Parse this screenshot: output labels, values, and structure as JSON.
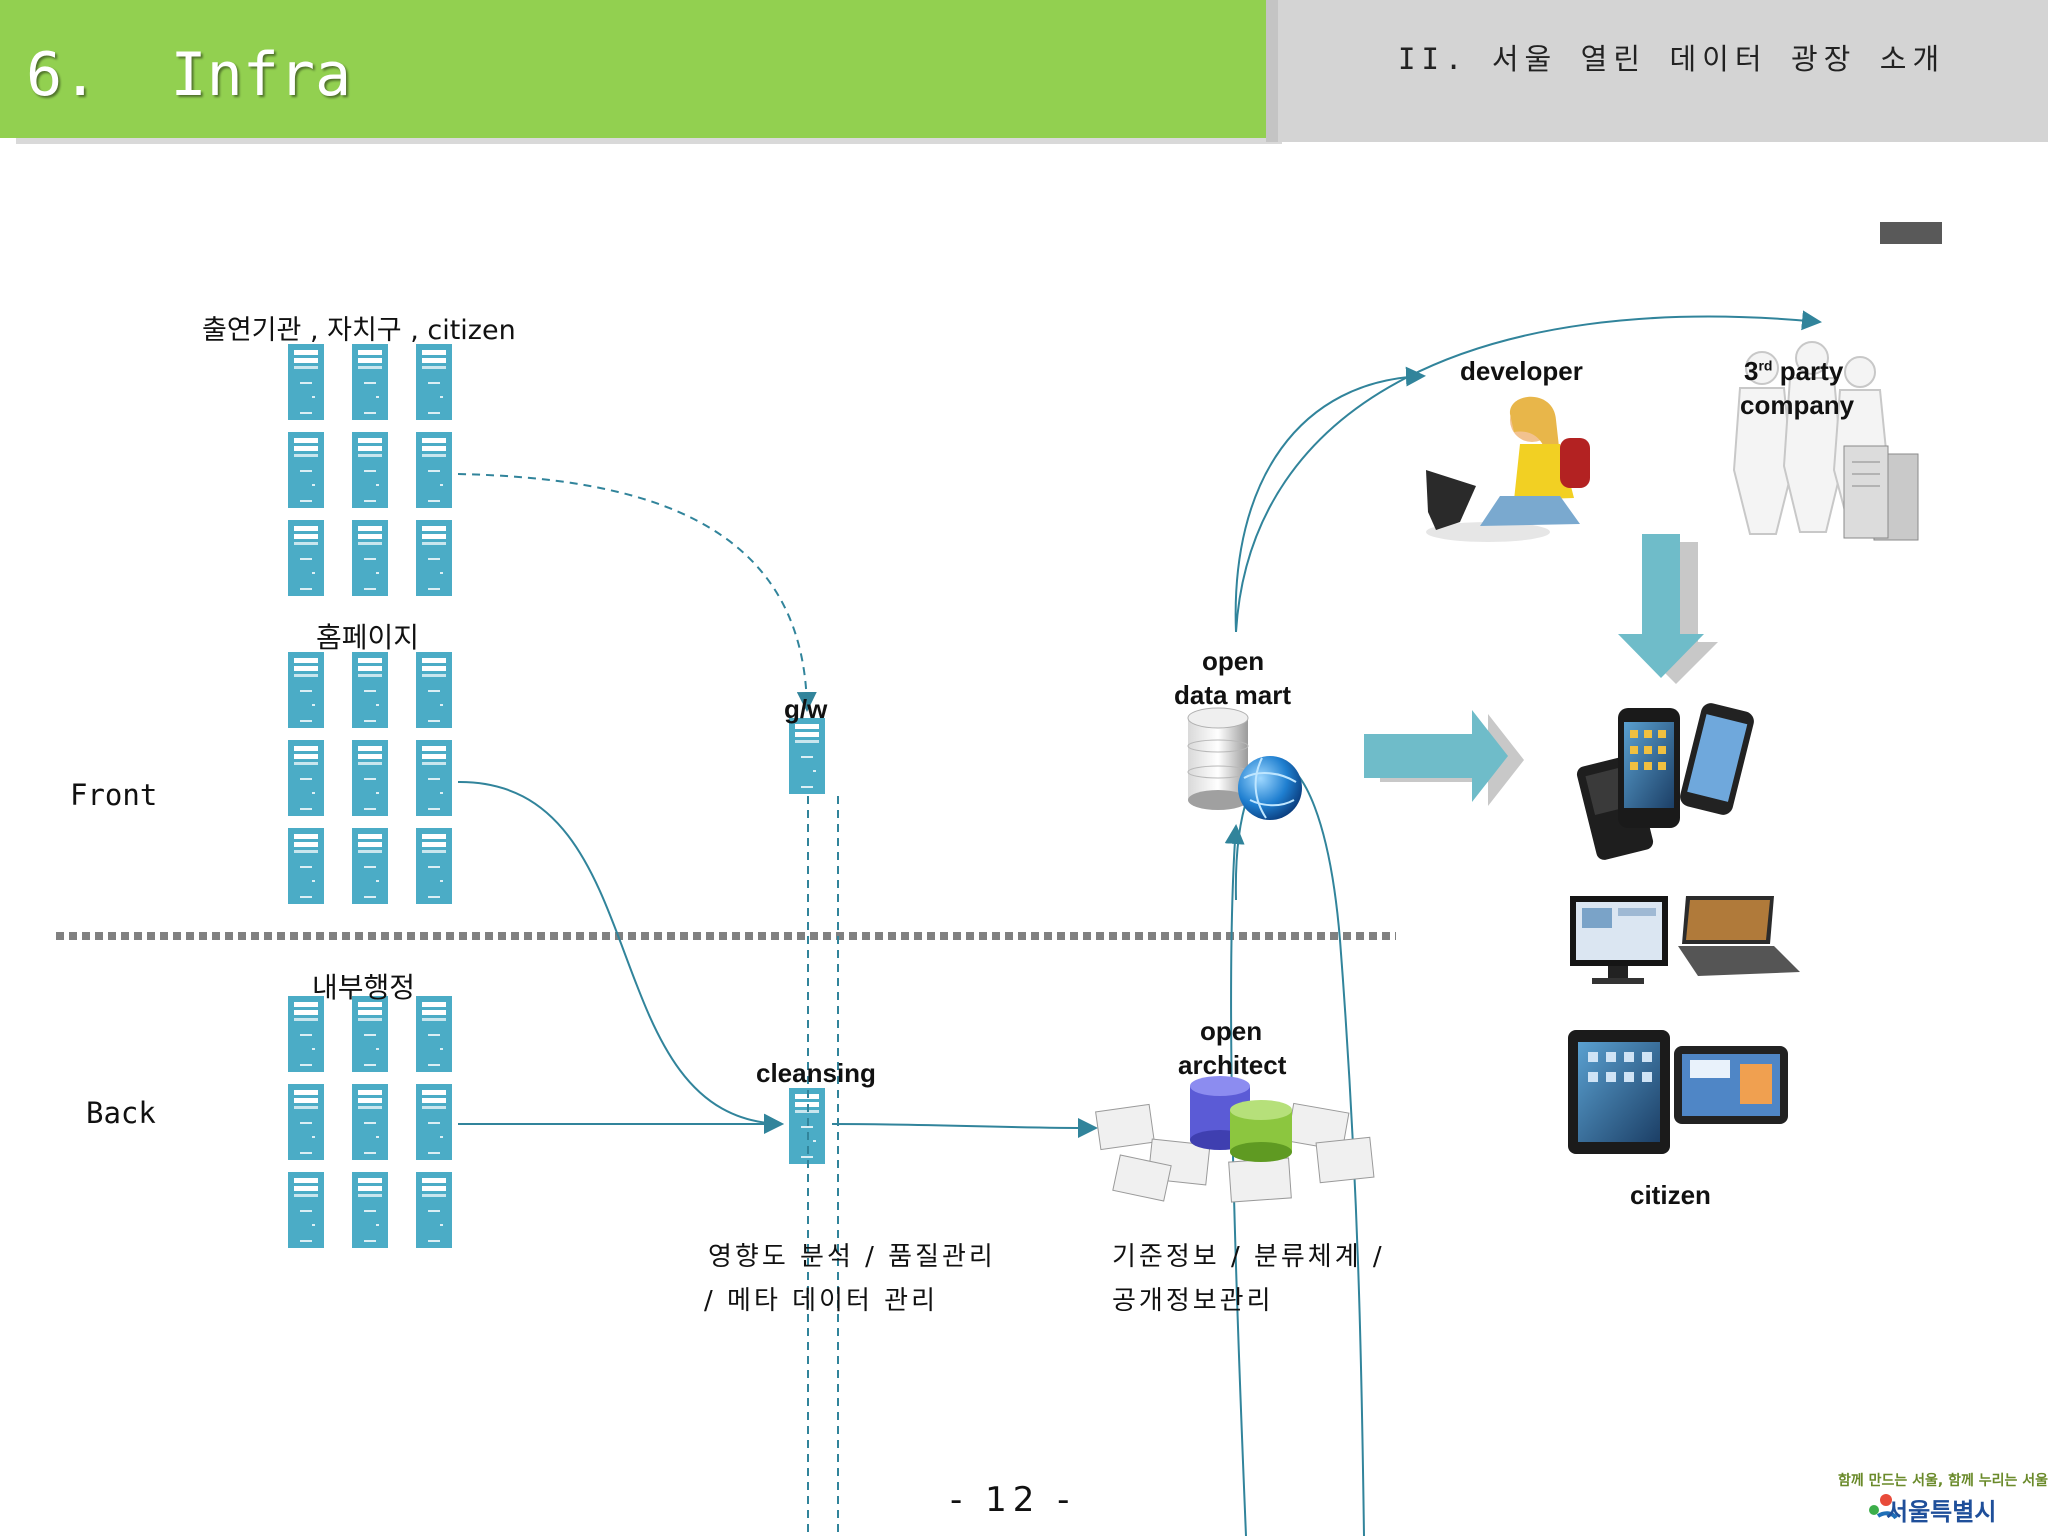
{
  "header": {
    "title": "6.  Infra",
    "section": "II. 서울 열린 데이터 광장 소개"
  },
  "labels": {
    "sources_top": "출연기관 , 자치구 , citizen",
    "homepage": "홈페이지",
    "internal_admin": "내부행정",
    "front": "Front",
    "back": "Back",
    "gateway": "g/w",
    "cleansing": "cleansing",
    "cleansing_desc_1": "영향도 분석 / 품질관리",
    "cleansing_desc_2": "/ 메타 데이터 관리",
    "open_architect_1": "open",
    "open_architect_2": "architect",
    "architect_desc_1": "기준정보 / 분류체계 /",
    "architect_desc_2": "공개정보관리",
    "open_data_mart_1": "open",
    "open_data_mart_2": "data mart",
    "developer": "developer",
    "third_party_num": "3",
    "third_party_sup": "rd",
    "third_party_word": "party",
    "company": "company",
    "citizen": "citizen"
  },
  "footer": {
    "page_number": "- 12 -",
    "logo_slogan": "함께 만드는 서울, 함께 누리는 서울",
    "logo_name": "서울특별시"
  },
  "colors": {
    "header_green": "#92d050",
    "header_gray": "#d4d4d4",
    "server_teal": "#4bacc6",
    "line_teal": "#31849b",
    "arrow_teal": "#6fbcc9",
    "divider_gray": "#808080"
  }
}
